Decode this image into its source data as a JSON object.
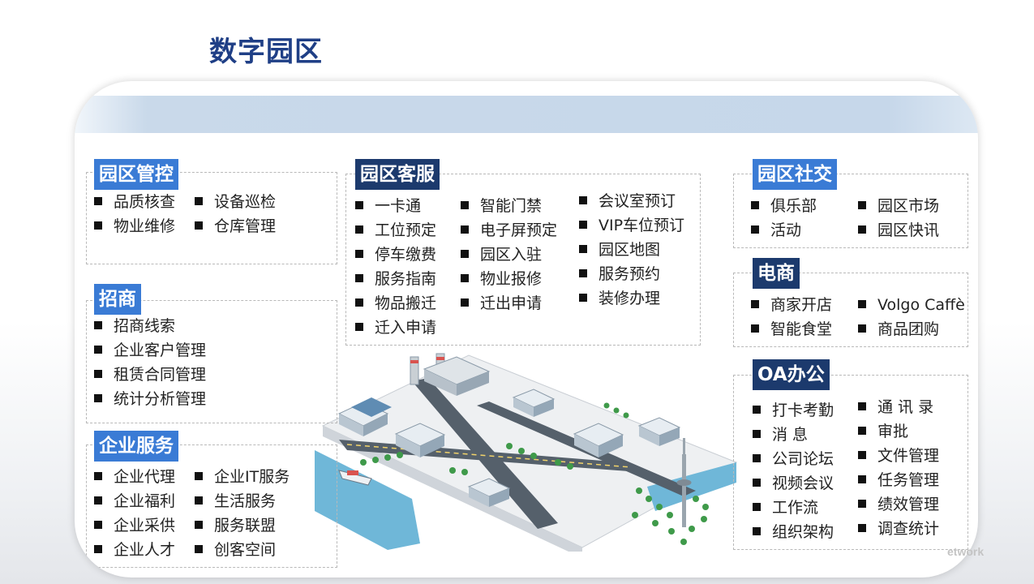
{
  "page_title": "数字园区",
  "sections": {
    "park_control": {
      "title": "园区管控",
      "items": [
        "品质核查",
        "设备巡检",
        "物业维修",
        "仓库管理"
      ]
    },
    "investment": {
      "title": "招商",
      "items": [
        "招商线索",
        "企业客户管理",
        "租赁合同管理",
        "统计分析管理"
      ]
    },
    "enterprise_service": {
      "title": "企业服务",
      "items": [
        "企业代理",
        "企业IT服务",
        "企业福利",
        "生活服务",
        "企业采供",
        "服务联盟",
        "企业人才",
        "创客空间"
      ]
    },
    "customer_service": {
      "title": "园区客服",
      "col1": [
        "一卡通",
        "工位预定",
        "停车缴费",
        "服务指南",
        "物品搬迁",
        "迁入申请"
      ],
      "col2": [
        "智能门禁",
        "电子屏预定",
        "园区入驻",
        "物业报修",
        "迁出申请"
      ],
      "col3": [
        "会议室预订",
        "VIP车位预订",
        "园区地图",
        "服务预约",
        "装修办理"
      ]
    },
    "social": {
      "title": "园区社交",
      "items": [
        "俱乐部",
        "园区市场",
        "活动",
        "园区快讯"
      ]
    },
    "ecommerce": {
      "title": "电商",
      "items": [
        "商家开店",
        "Volgo Caffè",
        "智能食堂",
        "商品团购"
      ]
    },
    "oa": {
      "title": "OA办公",
      "col1": [
        "打卡考勤",
        "消 息",
        "公司论坛",
        "视频会议",
        "工作流",
        "组织架构"
      ],
      "col2": [
        "通 讯 录",
        "审批",
        "文件管理",
        "任务管理",
        "绩效管理",
        "调查统计"
      ]
    }
  },
  "watermark": "etwork",
  "colors": {
    "title": "#1f3f86",
    "header_light": "#3a7bd5",
    "header_dark": "#1c3a6d"
  },
  "illustration": {
    "description_icon": "isometric-city-park-illustration"
  }
}
